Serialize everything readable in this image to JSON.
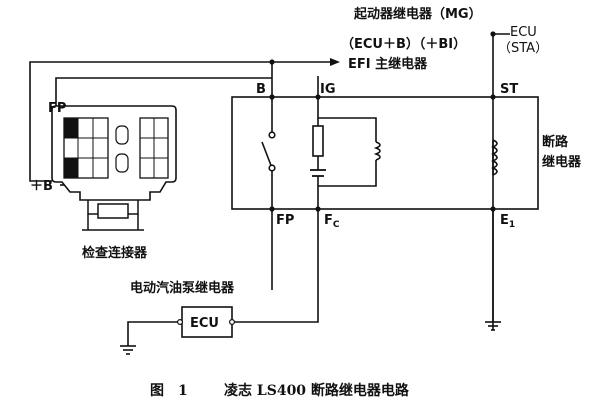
{
  "labels": {
    "mg_relay": "起动器继电器（MG）",
    "ecu_sta_1": "ECU",
    "ecu_sta_2": "（STA）",
    "ecu_b_bi": "（ECU＋B）（＋BI）",
    "efi_relay": "EFI 主继电器",
    "term_b": "B",
    "term_ig": "IG",
    "term_st": "ST",
    "term_fp_top": "FP",
    "term_plus_b": "＋B",
    "cutoff_relay_1": "断路",
    "cutoff_relay_2": "继电器",
    "term_fp": "FP",
    "term_fc": "F",
    "term_fc_sub": "C",
    "term_e1": "E",
    "term_e1_sub": "1",
    "check_connector": "检查连接器",
    "fuel_pump_relay": "电动汽油泵继电器",
    "ecu_box": "ECU",
    "caption_fig": "图　1",
    "caption_title": "凌志 LS400 断路继电器电路"
  }
}
